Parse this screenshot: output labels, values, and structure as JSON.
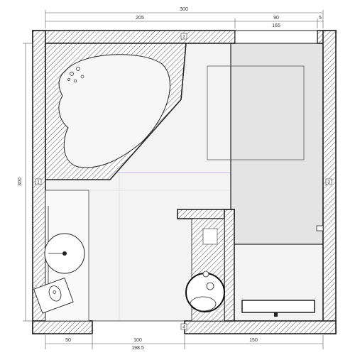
{
  "dimensions": {
    "top_total": "300",
    "top_left": "205",
    "top_mid": "90",
    "top_right": "5",
    "top_opening": "165",
    "left_height": "300",
    "bottom_left": "50",
    "bottom_door": "100",
    "bottom_door_total": "198.5",
    "bottom_right": "150"
  },
  "wall_labels": {
    "north": "2",
    "west": "1",
    "east": "3",
    "south": "4"
  },
  "colors": {
    "wall_outline": "#222222",
    "hatch": "#444444",
    "shower_zone": "#e4e4e4",
    "floor": "#f3f3f3",
    "guide_purple": "#b9a3d6"
  }
}
